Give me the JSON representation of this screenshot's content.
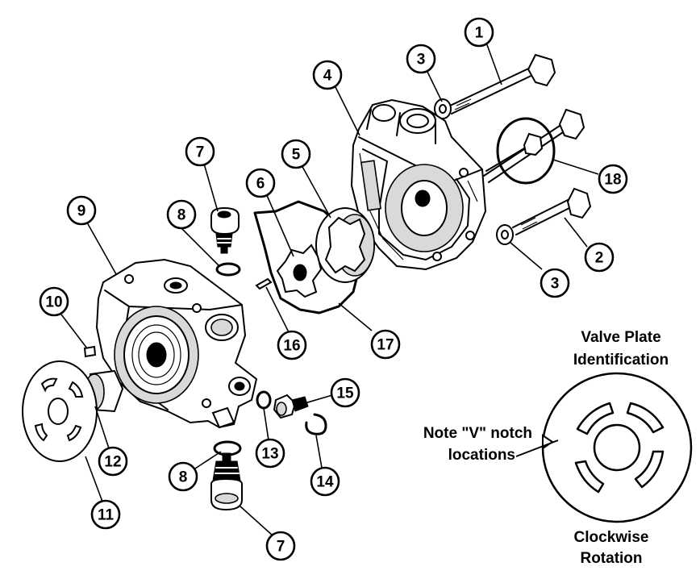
{
  "callouts": [
    "1",
    "2",
    "3",
    "3",
    "4",
    "5",
    "6",
    "7",
    "7",
    "8",
    "8",
    "9",
    "10",
    "11",
    "12",
    "13",
    "14",
    "15",
    "16",
    "17",
    "18"
  ],
  "inset": {
    "title_line1": "Valve Plate",
    "title_line2": "Identification",
    "note_line1": "Note \"V\" notch",
    "note_line2": "locations",
    "rotation_line1": "Clockwise",
    "rotation_line2": "Rotation"
  }
}
